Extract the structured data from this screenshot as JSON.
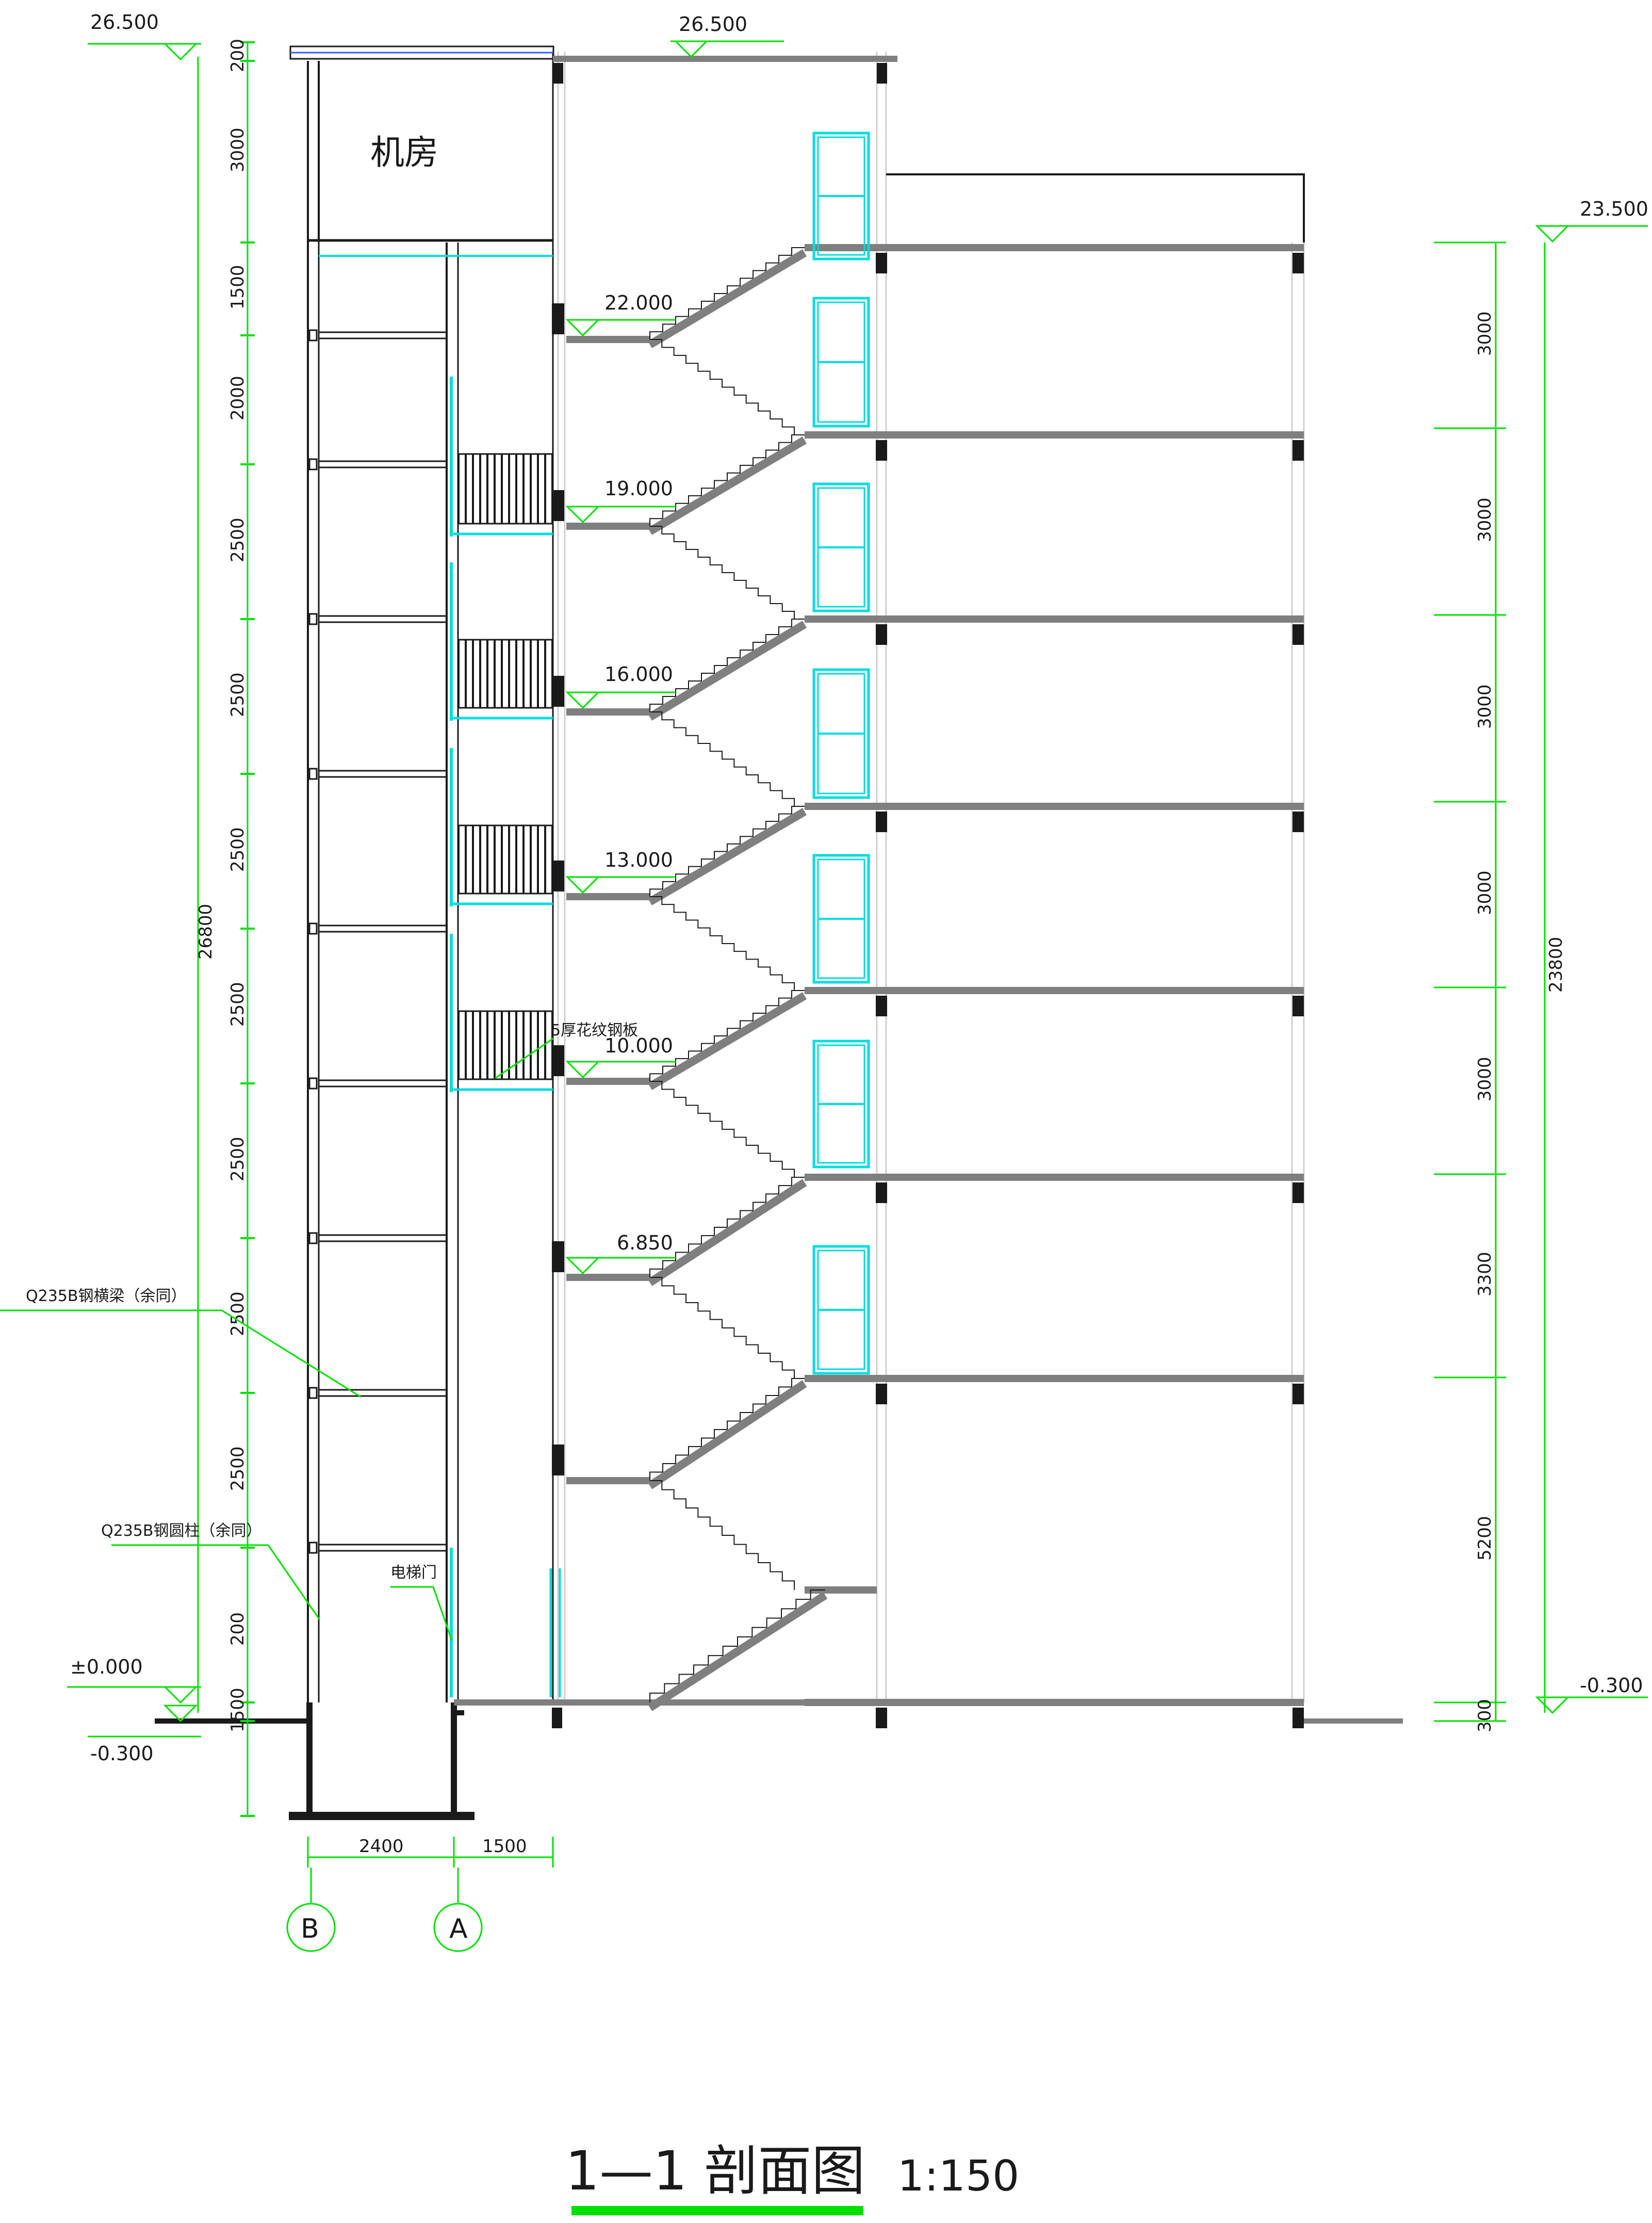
{
  "title": {
    "main": "1—1  剖面图",
    "scale": "1:150"
  },
  "room_label": "机房",
  "elevations_top": {
    "left": "26.500",
    "right": "26.500"
  },
  "elevations_right": {
    "top": "23.500",
    "bottom": "-0.300"
  },
  "elevations_left": {
    "zero": "±0.000",
    "minus": "-0.300"
  },
  "landing_elevations": [
    "22.000",
    "19.000",
    "16.000",
    "13.000",
    "10.000",
    "6.850"
  ],
  "left_dims": [
    "200",
    "3000",
    "1500",
    "2000",
    "2500",
    "2500",
    "2500",
    "2500",
    "2500",
    "2500",
    "2500",
    "200",
    "1500"
  ],
  "left_total": "26800",
  "right_dims": [
    "3000",
    "3000",
    "3000",
    "3000",
    "3000",
    "3300",
    "5200",
    "300"
  ],
  "right_total": "23800",
  "bottom_dims": [
    "2400",
    "1500"
  ],
  "axes": [
    "B",
    "A"
  ],
  "notes": {
    "beam": "Q235B钢横梁（余同）",
    "column": "Q235B钢圆柱（余同）",
    "door": "电梯门",
    "plate": "5厚花纹钢板"
  },
  "colors": {
    "line": "#1a1a1a",
    "dim": "#00e000",
    "cyan": "#00dede",
    "slab": "#7f7f7f"
  }
}
